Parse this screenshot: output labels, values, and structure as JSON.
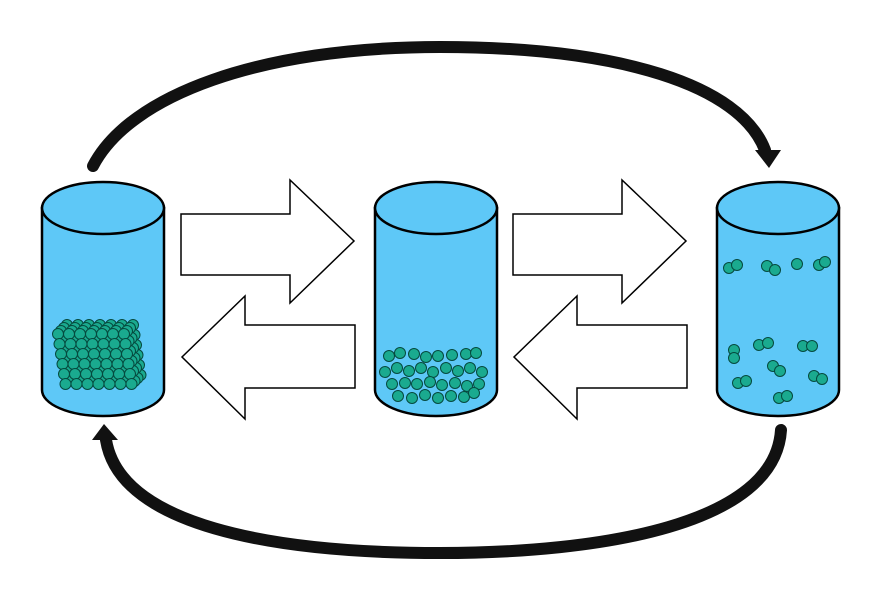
{
  "colors": {
    "liquid": "#5ec8f7",
    "outline": "#000000",
    "particle": "#1aaa8f",
    "particle_stroke": "#054a3e",
    "arrow_fill": "#ffffff",
    "cycle_arrow": "#111111"
  },
  "diagram": {
    "containers": [
      {
        "name": "solid-container",
        "particle_arrangement": "packed-lattice"
      },
      {
        "name": "liquid-container",
        "particle_arrangement": "loose-cluster"
      },
      {
        "name": "gas-container",
        "particle_arrangement": "dispersed-pairs"
      }
    ],
    "transition_arrows": [
      {
        "name": "arrow-solid-to-liquid",
        "from": "solid-container",
        "to": "liquid-container",
        "icon": "right-arrow-icon"
      },
      {
        "name": "arrow-liquid-to-solid",
        "from": "liquid-container",
        "to": "solid-container",
        "icon": "left-arrow-icon"
      },
      {
        "name": "arrow-liquid-to-gas",
        "from": "liquid-container",
        "to": "gas-container",
        "icon": "right-arrow-icon"
      },
      {
        "name": "arrow-gas-to-liquid",
        "from": "gas-container",
        "to": "liquid-container",
        "icon": "left-arrow-icon"
      }
    ],
    "cycle_arrows": [
      {
        "name": "arrow-solid-to-gas-top",
        "from": "solid-container",
        "to": "gas-container"
      },
      {
        "name": "arrow-gas-to-solid-bottom",
        "from": "gas-container",
        "to": "solid-container"
      }
    ]
  }
}
